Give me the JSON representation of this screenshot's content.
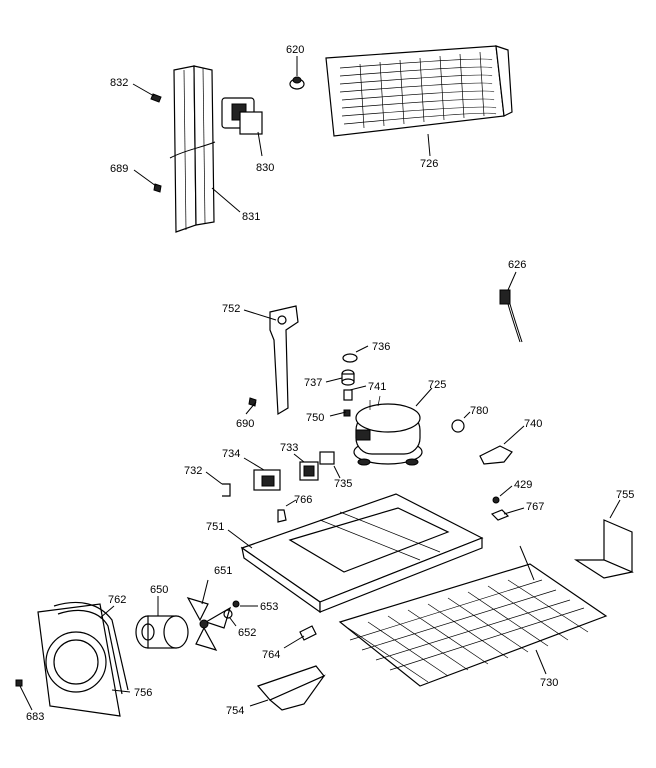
{
  "parts": [
    {
      "id": "p620",
      "label": "620"
    },
    {
      "id": "p832",
      "label": "832"
    },
    {
      "id": "p830",
      "label": "830"
    },
    {
      "id": "p726",
      "label": "726"
    },
    {
      "id": "p689",
      "label": "689"
    },
    {
      "id": "p831",
      "label": "831"
    },
    {
      "id": "p626",
      "label": "626"
    },
    {
      "id": "p752",
      "label": "752"
    },
    {
      "id": "p736",
      "label": "736"
    },
    {
      "id": "p737",
      "label": "737"
    },
    {
      "id": "p741",
      "label": "741"
    },
    {
      "id": "p725",
      "label": "725"
    },
    {
      "id": "p690",
      "label": "690"
    },
    {
      "id": "p750",
      "label": "750"
    },
    {
      "id": "p780",
      "label": "780"
    },
    {
      "id": "p740",
      "label": "740"
    },
    {
      "id": "p734",
      "label": "734"
    },
    {
      "id": "p733",
      "label": "733"
    },
    {
      "id": "p732",
      "label": "732"
    },
    {
      "id": "p735",
      "label": "735"
    },
    {
      "id": "p766",
      "label": "766"
    },
    {
      "id": "p429",
      "label": "429"
    },
    {
      "id": "p755",
      "label": "755"
    },
    {
      "id": "p751",
      "label": "751"
    },
    {
      "id": "p767",
      "label": "767"
    },
    {
      "id": "p651",
      "label": "651"
    },
    {
      "id": "p762",
      "label": "762"
    },
    {
      "id": "p650",
      "label": "650"
    },
    {
      "id": "p653",
      "label": "653"
    },
    {
      "id": "p652",
      "label": "652"
    },
    {
      "id": "p764",
      "label": "764"
    },
    {
      "id": "p730",
      "label": "730"
    },
    {
      "id": "p756",
      "label": "756"
    },
    {
      "id": "p683",
      "label": "683"
    },
    {
      "id": "p754",
      "label": "754"
    }
  ]
}
